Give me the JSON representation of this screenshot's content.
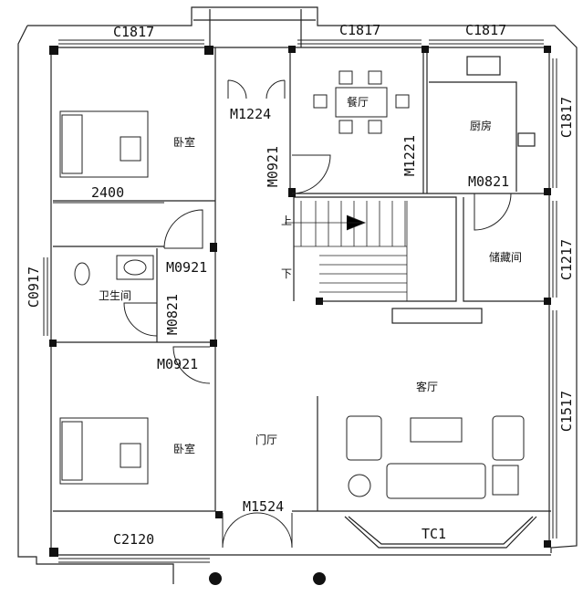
{
  "rooms": {
    "bedroom_top": "卧室",
    "bedroom_bottom": "卧室",
    "dining": "餐厅",
    "kitchen": "厨房",
    "bathroom": "卫生间",
    "storage": "储藏间",
    "living": "客厅",
    "foyer": "门厅"
  },
  "windows": {
    "top_left": "C1817",
    "top_mid": "C1817",
    "top_right": "C1817",
    "right_upper": "C1817",
    "right_mid": "C1217",
    "right_lower": "C1517",
    "left": "C0917",
    "bottom_left": "C2120",
    "bay": "TC1"
  },
  "doors": {
    "balcony_top": "M1224",
    "dining_side": "M0921",
    "dining_right": "M1221",
    "kitchen": "M0821",
    "bedroom_top": "M0921",
    "bathroom": "M0821",
    "bedroom_bottom": "M0921",
    "entry": "M1524"
  },
  "dimensions": {
    "bedroom_width": "2400"
  },
  "stairs": {
    "up": "上",
    "down": "下"
  }
}
